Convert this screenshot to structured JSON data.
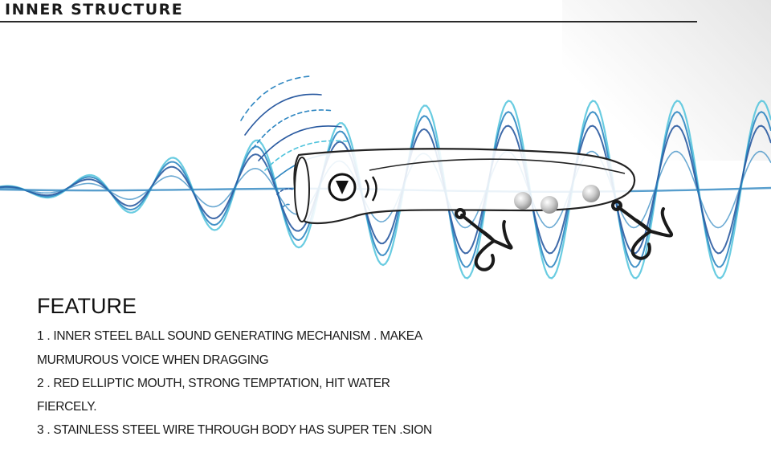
{
  "header": {
    "title": "INNER STRUCTURE"
  },
  "feature": {
    "title": "FEATURE",
    "lines": [
      "1 . INNER STEEL BALL SOUND GENERATING MECHANISM . MAKEA",
      "MURMUROUS VOICE WHEN DRAGGING",
      "2 . RED ELLIPTIC MOUTH, STRONG TEMPTATION, HIT WATER",
      "FIERCELY.",
      "3 . STAINLESS STEEL WIRE THROUGH BODY HAS SUPER TEN .SION"
    ]
  },
  "colors": {
    "wave_light": "#4fc3dc",
    "wave_mid": "#2e86c1",
    "wave_dark": "#2a5aa0",
    "lure_outline": "#222222",
    "hook": "#1a1a1a"
  }
}
